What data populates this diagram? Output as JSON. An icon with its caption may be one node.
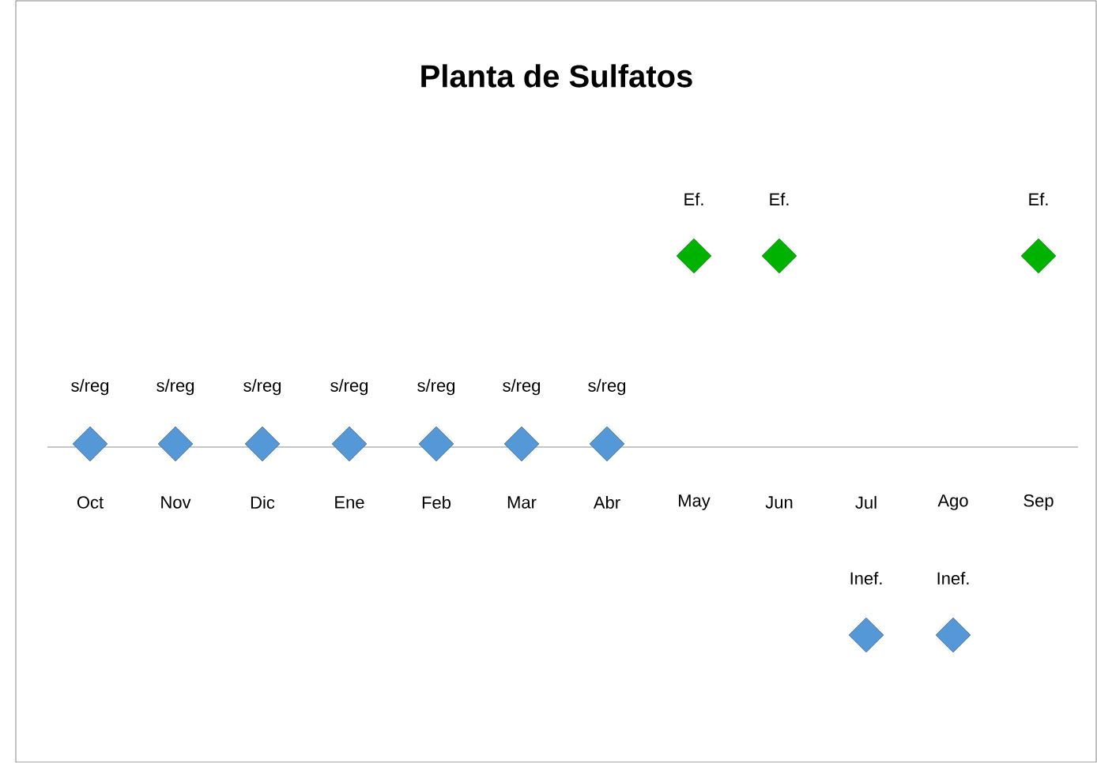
{
  "diagram": {
    "title": "Planta de Sulfatos",
    "nodes": [
      {
        "text": [],
        "shape": "diamond",
        "beside": [
          "Ef."
        ]
      },
      {
        "text": [],
        "shape": "diamond",
        "beside": [
          "Ef."
        ]
      },
      {
        "text": [],
        "shape": "diamond",
        "beside": [
          "Ef."
        ]
      },
      {
        "text": [],
        "shape": "diamond",
        "beside": [
          "s/reg"
        ]
      },
      {
        "text": [],
        "shape": "diamond",
        "beside": [
          "s/reg"
        ]
      },
      {
        "text": [],
        "shape": "diamond",
        "beside": [
          "s/reg"
        ]
      },
      {
        "text": [],
        "shape": "diamond",
        "beside": [
          "s/reg"
        ]
      },
      {
        "text": [],
        "shape": "diamond",
        "beside": [
          "s/reg"
        ]
      },
      {
        "text": [],
        "shape": "diamond",
        "beside": [
          "s/reg"
        ]
      },
      {
        "text": [],
        "shape": "diamond",
        "beside": [
          "s/reg"
        ]
      },
      {
        "text": [],
        "shape": "diamond",
        "beside": [
          "Inef."
        ]
      },
      {
        "text": [],
        "shape": "diamond",
        "beside": [
          "Inef."
        ]
      }
    ],
    "labels": [
      "Oct",
      "Nov",
      "Dic",
      "Ene",
      "Feb",
      "Mar",
      "Abr",
      "May",
      "Jun",
      "Jul",
      "Ago",
      "Sep"
    ]
  }
}
